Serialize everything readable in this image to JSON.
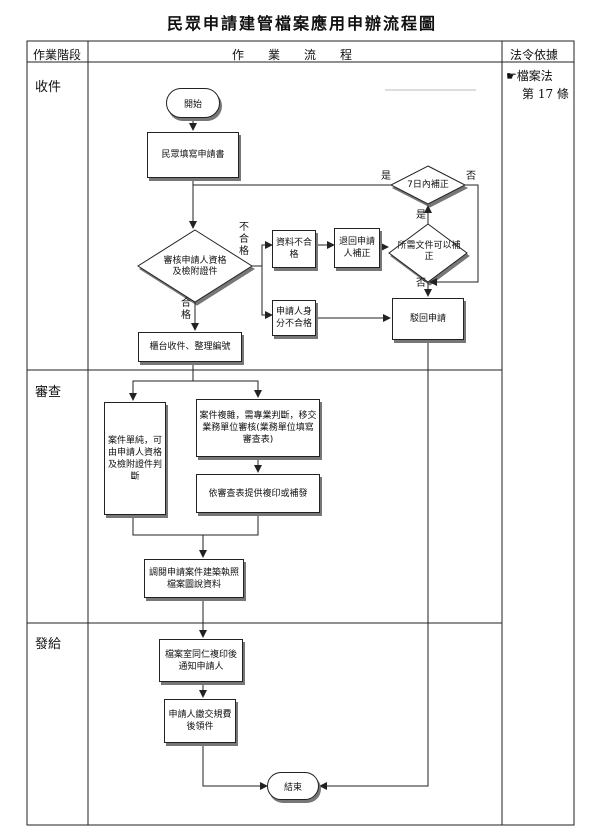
{
  "title": "民眾申請建管檔案應用申辦流程圖",
  "headers": {
    "stage": "作業階段",
    "flow": "作　業　流　程",
    "law": "法令依據"
  },
  "stages": {
    "receive": "收件",
    "review": "審查",
    "issue": "發給"
  },
  "law": {
    "icon": "hand-pointer-icon",
    "line1": "☛檔案法",
    "line2": "第 17 條"
  },
  "nodes": {
    "start": "開始",
    "fill_form": "民眾填寫申請書",
    "check": "審核申請人資格及檢附證件",
    "data_fail": "資料不合格",
    "return_fix": "退回申請人補正",
    "need_fix": "所需文件可以補正",
    "seven_days": "7日內補正",
    "id_fail": "申請人身分不合格",
    "reject": "駁回申請",
    "counter": "櫃台收件、整理編號",
    "simple": "案件單純，可由申請人資格及檢附證件判斷",
    "complex": "案件複雜，需專業判斷，移交業務單位審核(業務單位填寫審查表)",
    "per_review": "依審查表提供複印或補發",
    "view": "調閱申請案件建築執照檔案圖說資料",
    "copy_notify": "檔案室同仁複印後通知申請人",
    "pay": "申請人繳交規費後領件",
    "end": "結束"
  },
  "edge_labels": {
    "not_ok": "不合格",
    "ok": "合格",
    "yes1": "是",
    "no1": "否",
    "yes2": "是",
    "no2": "否"
  }
}
